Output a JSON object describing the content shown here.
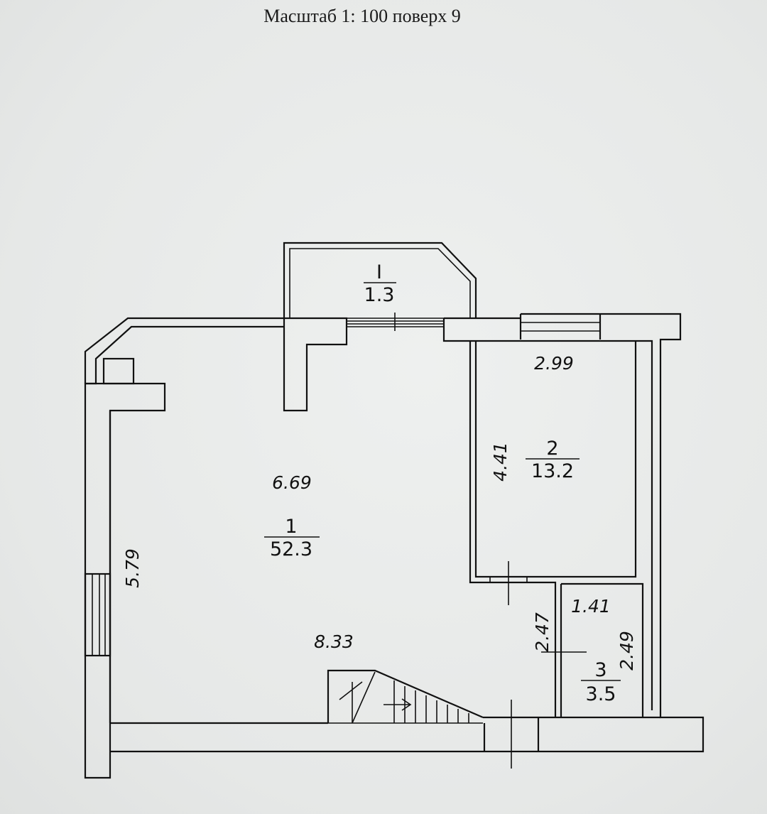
{
  "title": "Масштаб 1: 100 поверх 9",
  "rooms": [
    {
      "number": "1",
      "area": "52.3"
    },
    {
      "number": "2",
      "area": "13.2"
    },
    {
      "number": "3",
      "area": "3.5"
    },
    {
      "number": "I",
      "area": "1.3"
    }
  ],
  "dimensions": {
    "room1_width": "6.69",
    "room1_bottom": "8.33",
    "room1_left": "5.79",
    "room2_width": "2.99",
    "room2_height": "4.41",
    "hall_height": "2.47",
    "room3_width": "1.41",
    "room3_height": "2.49"
  },
  "colors": {
    "line": "#111111",
    "paper": "#e9ebea"
  }
}
